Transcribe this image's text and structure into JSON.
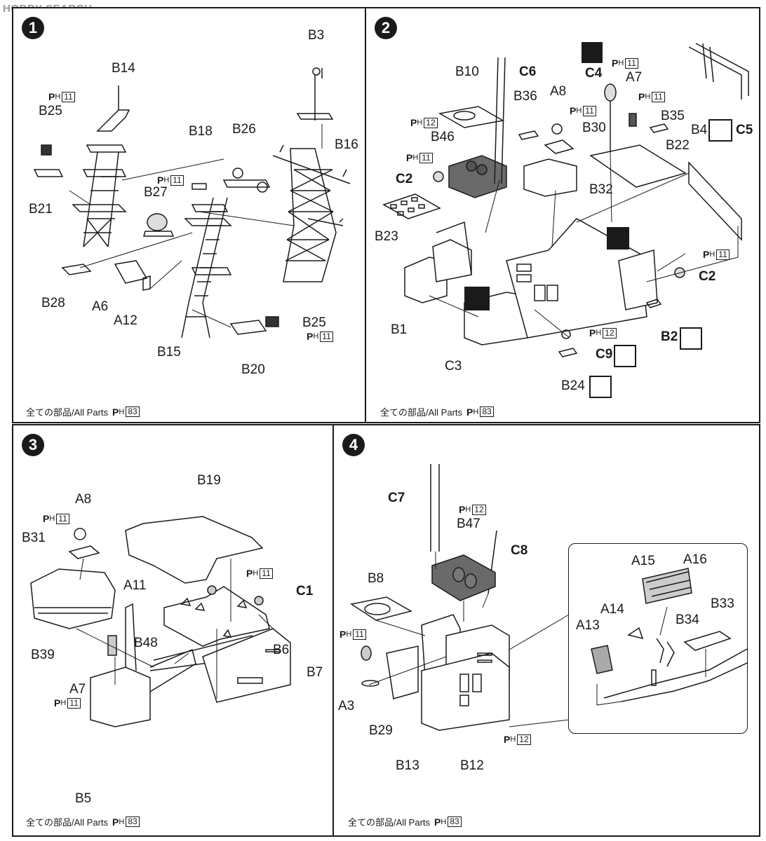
{
  "watermark": "HOBBY SEARCH",
  "footer": {
    "text": "全ての部品/All Parts",
    "ph_p": "P",
    "ph_h": "H",
    "ph_num": "83"
  },
  "ph": {
    "p": "P",
    "h": "H"
  },
  "panels": [
    {
      "step": "1",
      "labels": [
        "B3",
        "B14",
        "B25",
        "B18",
        "B26",
        "B16",
        "B27",
        "B21",
        "B28",
        "A6",
        "A12",
        "B25",
        "B15",
        "B20"
      ],
      "ph_nums": [
        "11",
        "11",
        "11"
      ]
    },
    {
      "step": "2",
      "labels": [
        "C6",
        "B10",
        "C4",
        "A7",
        "A8",
        "B36",
        "B30",
        "B35",
        "B4",
        "C5",
        "B46",
        "B22",
        "C2",
        "B32",
        "B23",
        "C2",
        "B1",
        "B2",
        "C3",
        "C9",
        "B24"
      ],
      "ph_nums": [
        "11",
        "12",
        "11",
        "11",
        "11",
        "11",
        "12"
      ]
    },
    {
      "step": "3",
      "labels": [
        "B19",
        "A8",
        "B31",
        "A11",
        "C1",
        "B39",
        "B48",
        "B6",
        "B7",
        "A7",
        "B5"
      ],
      "ph_nums": [
        "11",
        "11",
        "11"
      ]
    },
    {
      "step": "4",
      "labels": [
        "C7",
        "B47",
        "C8",
        "B8",
        "A15",
        "A16",
        "A14",
        "B33",
        "A13",
        "B34",
        "A3",
        "B29",
        "B13",
        "B12"
      ],
      "ph_nums": [
        "12",
        "11",
        "12"
      ]
    }
  ]
}
